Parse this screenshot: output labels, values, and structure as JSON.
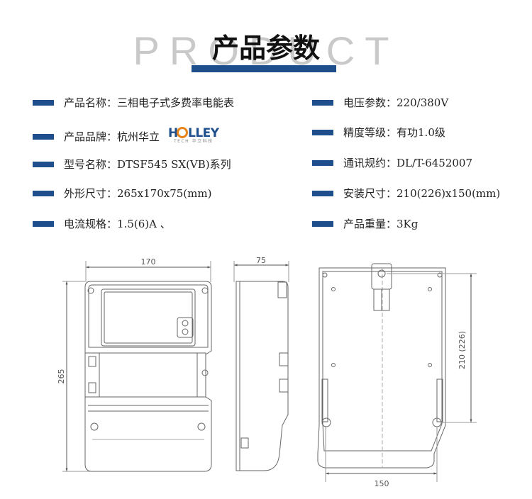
{
  "header": {
    "bg_word": "PRODUCT",
    "title": "产品参数"
  },
  "specs": [
    {
      "label": "产品名称：",
      "value": "三相电子式多费率电能表"
    },
    {
      "label": "产品品牌：",
      "value": "杭州华立"
    },
    {
      "label": "型号名称：",
      "value": "DTSF545 SX(VB)系列"
    },
    {
      "label": "外形尺寸：",
      "value": "265x170x75(mm)"
    },
    {
      "label": "电流规格：",
      "value": "1.5(6)A 、"
    },
    {
      "label": "电压参数：",
      "value": "220/380V"
    },
    {
      "label": "精度等级：",
      "value": "有功1.0级"
    },
    {
      "label": "通讯规约：",
      "value": "DL/T-6452007"
    },
    {
      "label": "安装尺寸：",
      "value": "210(226)x150(mm)"
    },
    {
      "label": "产品重量：",
      "value": "3Kg"
    }
  ],
  "logo": {
    "text": "HOLLEY",
    "subtext": "TECH 华立科技"
  },
  "dimensions": {
    "front_width": "170",
    "side_depth": "75",
    "front_height": "265",
    "mount_height": "210 (226)",
    "mount_width": "150"
  },
  "colors": {
    "accent": "#1f4e8c",
    "logo_orange": "#e8841a"
  }
}
